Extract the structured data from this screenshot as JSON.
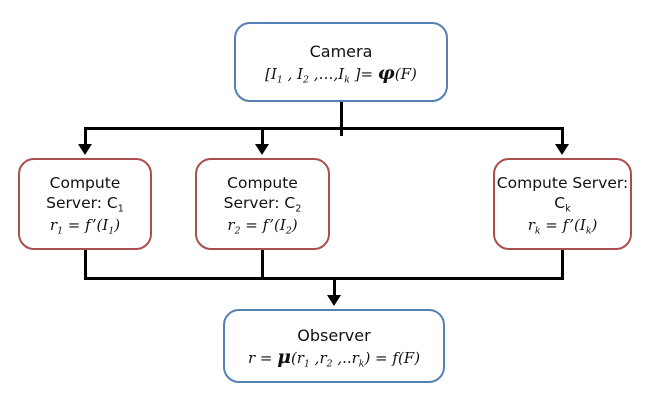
{
  "diagram": {
    "background": "#ffffff",
    "colors": {
      "camera_border": "#5580b3",
      "observer_border": "#5580b3",
      "server_border": "#aa4f4b",
      "connector": "#000000",
      "text": "#111111"
    },
    "nodes": {
      "camera": {
        "title": "Camera",
        "formula": "[I_1 , I_2 ,…,I_k ]= φ(F)"
      },
      "server1": {
        "title": "Compute Server: C_1",
        "formula": "r_1 = f’(I_1)"
      },
      "server2": {
        "title": "Compute Server: C_2",
        "formula": "r_2 = f’(I_2)"
      },
      "server3": {
        "title": "Compute Server: C_k",
        "formula": "r_k = f’(I_k)"
      },
      "observer": {
        "title": "Observer",
        "formula": "r = μ(r_1 ,r_2 ,..r_k) = f(F)"
      }
    },
    "edges": [
      "camera -> server1",
      "camera -> server2",
      "camera -> server3",
      "server1 -> observer",
      "server2 -> observer",
      "server3 -> observer"
    ]
  }
}
